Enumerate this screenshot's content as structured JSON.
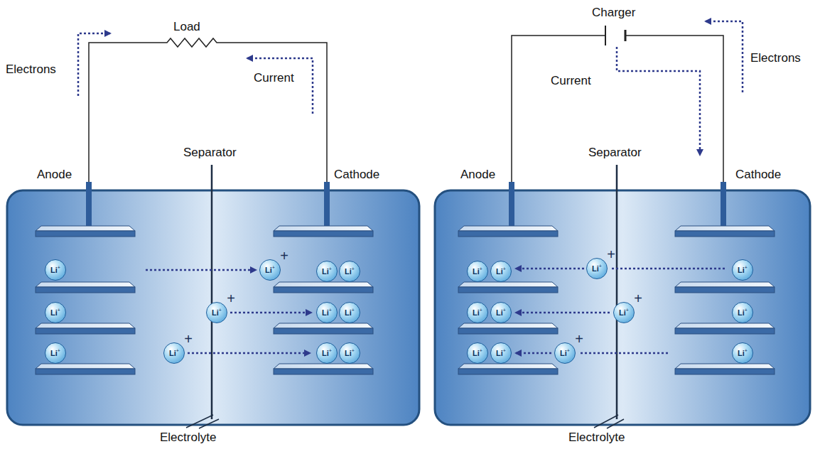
{
  "diagram": {
    "nodes": [
      {
        "text": [
          "Li",
          "+"
        ]
      },
      {
        "text": [
          "Li",
          "+"
        ]
      },
      {
        "text": [
          "Li",
          "+"
        ]
      },
      {
        "text": [
          "Li",
          "+",
          "+"
        ]
      },
      {
        "text": [
          "Li",
          "+",
          "+"
        ]
      },
      {
        "text": [
          "Li",
          "+",
          "+"
        ]
      },
      {
        "text": [
          "Li",
          "+"
        ]
      },
      {
        "text": [
          "Li",
          "+"
        ]
      },
      {
        "text": [
          "Li",
          "+"
        ]
      },
      {
        "text": [
          "Li",
          "+"
        ]
      },
      {
        "text": [
          "Li",
          "+"
        ]
      },
      {
        "text": [
          "Li",
          "+"
        ]
      },
      {
        "text": [
          "Li",
          "+"
        ]
      },
      {
        "text": [
          "Li",
          "+"
        ]
      },
      {
        "text": [
          "Li",
          "+"
        ]
      },
      {
        "text": [
          "Li",
          "+"
        ]
      },
      {
        "text": [
          "Li",
          "+"
        ]
      },
      {
        "text": [
          "Li",
          "+"
        ]
      },
      {
        "text": [
          "Li",
          "+",
          "+"
        ]
      },
      {
        "text": [
          "Li",
          "+",
          "+"
        ]
      },
      {
        "text": [
          "Li",
          "+",
          "+"
        ]
      },
      {
        "text": [
          "Li",
          "+"
        ]
      },
      {
        "text": [
          "Li",
          "+"
        ]
      },
      {
        "text": [
          "Li",
          "+"
        ]
      }
    ],
    "labels": [
      "Load",
      "Electrons",
      "Current",
      "Anode",
      "Separator",
      "Cathode",
      "Electrolyte",
      "Charger",
      "Current",
      "Electrons",
      "Anode",
      "Separator",
      "Cathode",
      "Electrolyte"
    ]
  }
}
